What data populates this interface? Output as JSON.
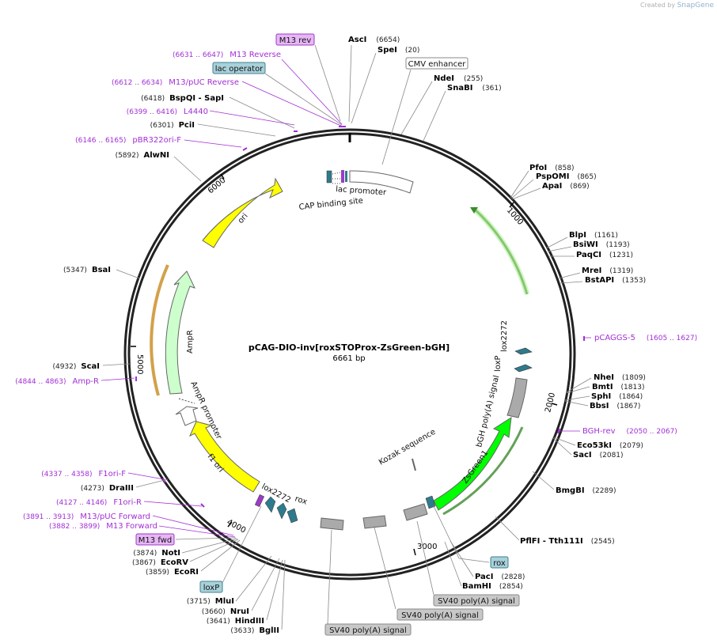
{
  "credit": {
    "prefix": "Created by",
    "brand": "SnapGene"
  },
  "map": {
    "name": "pCAG-DIO-inv[roxSTOProx-ZsGreen-bGH]",
    "length_label": "6661 bp",
    "length": 6661
  },
  "ticks": [
    {
      "label": "1000",
      "bp": 1000
    },
    {
      "label": "2000",
      "bp": 2000
    },
    {
      "label": "3000",
      "bp": 3000
    },
    {
      "label": "4000",
      "bp": 4000
    },
    {
      "label": "5000",
      "bp": 5000
    },
    {
      "label": "6000",
      "bp": 6000
    }
  ],
  "enzymes": [
    {
      "name": "AscI",
      "pos": "(6654)"
    },
    {
      "name": "SpeI",
      "pos": "(20)"
    },
    {
      "name": "NdeI",
      "pos": "(255)"
    },
    {
      "name": "SnaBI",
      "pos": "(361)"
    },
    {
      "name": "PfoI",
      "pos": "(858)"
    },
    {
      "name": "PspOMI",
      "pos": "(865)"
    },
    {
      "name": "ApaI",
      "pos": "(869)"
    },
    {
      "name": "BlpI",
      "pos": "(1161)"
    },
    {
      "name": "BsiWI",
      "pos": "(1193)"
    },
    {
      "name": "PaqCI",
      "pos": "(1231)"
    },
    {
      "name": "MreI",
      "pos": "(1319)"
    },
    {
      "name": "BstAPI",
      "pos": "(1353)"
    },
    {
      "name": "NheI",
      "pos": "(1809)"
    },
    {
      "name": "BmtI",
      "pos": "(1813)"
    },
    {
      "name": "SphI",
      "pos": "(1864)"
    },
    {
      "name": "BbsI",
      "pos": "(1867)"
    },
    {
      "name": "Eco53kI",
      "pos": "(2079)"
    },
    {
      "name": "SacI",
      "pos": "(2081)"
    },
    {
      "name": "BmgBI",
      "pos": "(2289)"
    },
    {
      "name": "PflFI - Tth111I",
      "pos": "(2545)"
    },
    {
      "name": "PacI",
      "pos": "(2828)"
    },
    {
      "name": "BamHI",
      "pos": "(2854)"
    },
    {
      "name": "BglII",
      "pos": "(3633)"
    },
    {
      "name": "HindIII",
      "pos": "(3641)"
    },
    {
      "name": "NruI",
      "pos": "(3660)"
    },
    {
      "name": "MluI",
      "pos": "(3715)"
    },
    {
      "name": "EcoRI",
      "pos": "(3859)"
    },
    {
      "name": "EcoRV",
      "pos": "(3867)"
    },
    {
      "name": "NotI",
      "pos": "(3874)"
    },
    {
      "name": "DraIII",
      "pos": "(4273)"
    },
    {
      "name": "ScaI",
      "pos": "(4932)"
    },
    {
      "name": "BsaI",
      "pos": "(5347)"
    },
    {
      "name": "AlwNI",
      "pos": "(5892)"
    },
    {
      "name": "PciI",
      "pos": "(6301)"
    },
    {
      "name": "BspQI - SapI",
      "pos": "(6418)"
    }
  ],
  "primers": [
    {
      "name": "M13 Reverse",
      "range": "(6631 .. 6647)"
    },
    {
      "name": "M13/pUC Reverse",
      "range": "(6612 .. 6634)"
    },
    {
      "name": "L4440",
      "range": "(6399 .. 6416)"
    },
    {
      "name": "pBR322ori-F",
      "range": "(6146 .. 6165)"
    },
    {
      "name": "pCAGGS-5",
      "range": "(1605 .. 1627)"
    },
    {
      "name": "BGH-rev",
      "range": "(2050 .. 2067)"
    },
    {
      "name": "Amp-R",
      "range": "(4844 .. 4863)"
    },
    {
      "name": "F1ori-F",
      "range": "(4337 .. 4358)"
    },
    {
      "name": "F1ori-R",
      "range": "(4127 .. 4146)"
    },
    {
      "name": "M13/pUC Forward",
      "range": "(3891 .. 3913)"
    },
    {
      "name": "M13 Forward",
      "range": "(3882 .. 3899)"
    }
  ],
  "boxed_labels": [
    {
      "name": "M13 rev",
      "fill": "#e7b6f5",
      "stroke": "#9d3bc7"
    },
    {
      "name": "lac operator",
      "fill": "#a8d1da",
      "stroke": "#3f7f8e"
    },
    {
      "name": "CMV enhancer",
      "fill": "#ffffff",
      "stroke": "#888888"
    },
    {
      "name": "rox",
      "fill": "#a8d1da",
      "stroke": "#3f7f8e"
    },
    {
      "name": "SV40 poly(A) signal",
      "fill": "#c8c8c8",
      "stroke": "#8a8a8a"
    },
    {
      "name": "SV40 poly(A) signal",
      "fill": "#c8c8c8",
      "stroke": "#8a8a8a"
    },
    {
      "name": "SV40 poly(A) signal",
      "fill": "#c8c8c8",
      "stroke": "#8a8a8a"
    },
    {
      "name": "loxP",
      "fill": "#a8d1da",
      "stroke": "#3f7f8e"
    },
    {
      "name": "M13 fwd",
      "fill": "#e7b6f5",
      "stroke": "#9d3bc7"
    }
  ],
  "features": [
    {
      "name": "ori",
      "color": "#ffff00"
    },
    {
      "name": "AmpR",
      "color": "#ccffcc"
    },
    {
      "name": "AmpR promoter",
      "color": "#ffffff"
    },
    {
      "name": "f1 ori",
      "color": "#ffff00"
    },
    {
      "name": "ZsGreen1",
      "color": "#00ff00"
    },
    {
      "name": "bGH poly(A) signal",
      "color": "#aaaaaa"
    },
    {
      "name": "lac promoter",
      "color": "#ffffff"
    },
    {
      "name": "CAP binding site",
      "color": "#2f7a8c"
    },
    {
      "name": "Kozak sequence",
      "color": "#666666"
    },
    {
      "name": "loxP",
      "color": "#2f7a8c"
    },
    {
      "name": "lox2272",
      "color": "#2f7a8c"
    },
    {
      "name": "lox2272",
      "color": "#2f7a8c"
    },
    {
      "name": "loxP",
      "color": "#2f7a8c"
    },
    {
      "name": "rox",
      "color": "#2f7a8c"
    }
  ],
  "colors": {
    "primer": "#a22ed6",
    "backbone": "#222222",
    "feature_teal": "#2f7a8c",
    "orf_outline_green": "#3d8a2e",
    "orf_outline_orange": "#c88a1e"
  }
}
